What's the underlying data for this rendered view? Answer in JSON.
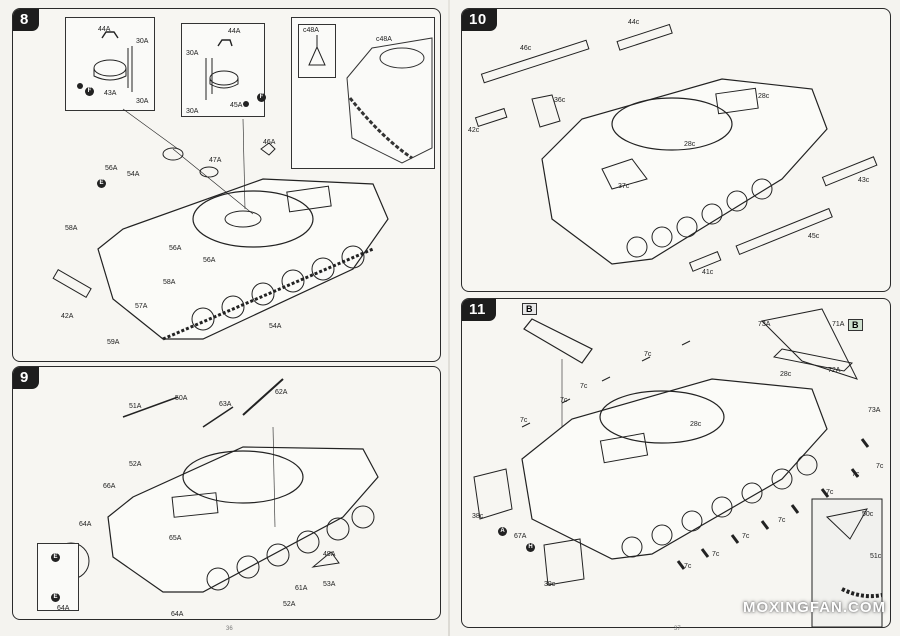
{
  "steps": {
    "s8": {
      "number": "8",
      "labels": [
        "44A",
        "30A",
        "43A",
        "30A",
        "44A",
        "30A",
        "45A",
        "30A",
        "c48A",
        "c48A",
        "46A",
        "47A",
        "56A",
        "54A",
        "56A",
        "58A",
        "56A",
        "58A",
        "42A",
        "57A",
        "59A",
        "54A"
      ],
      "markers": [
        "F",
        "F",
        "E"
      ]
    },
    "s9": {
      "number": "9",
      "labels": [
        "51A",
        "50A",
        "63A",
        "62A",
        "52A",
        "66A",
        "64A",
        "65A",
        "49A",
        "53A",
        "61A",
        "52A",
        "64A",
        "64A"
      ],
      "markers": [
        "E",
        "E"
      ]
    },
    "s10": {
      "number": "10",
      "labels": [
        "44c",
        "46c",
        "36c",
        "42c",
        "28c",
        "28c",
        "37c",
        "43c",
        "45c",
        "41c"
      ]
    },
    "s11": {
      "number": "11",
      "box_label_left": "B",
      "box_label_right": "B",
      "labels": [
        "73A",
        "71A",
        "72A",
        "73A",
        "28c",
        "28c",
        "7c",
        "7c",
        "7c",
        "7c",
        "7c",
        "7c",
        "7c",
        "7c",
        "7c",
        "7c",
        "7c",
        "38c",
        "39c",
        "67A",
        "50c",
        "51c"
      ],
      "markers": [
        "A",
        "H"
      ]
    }
  },
  "footer": {
    "page_left": "36",
    "page_right": "37"
  },
  "watermark": "MOXINGFAN.COM"
}
